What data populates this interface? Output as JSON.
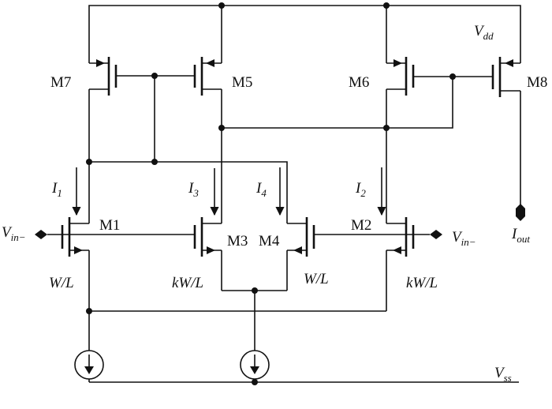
{
  "labels": {
    "m1": "M1",
    "m2": "M2",
    "m3": "M3",
    "m4": "M4",
    "m5": "M5",
    "m6": "M6",
    "m7": "M7",
    "m8": "M8",
    "vdd_main": "V",
    "vdd_sub": "dd",
    "vss_main": "V",
    "vss_sub": "ss",
    "vin_left_main": "V",
    "vin_left_sub": "in−",
    "vin_right_main": "V",
    "vin_right_sub": "in−",
    "iout_main": "I",
    "iout_sub": "out",
    "i1_main": "I",
    "i1_sub": "1",
    "i2_main": "I",
    "i2_sub": "2",
    "i3_main": "I",
    "i3_sub": "3",
    "i4_main": "I",
    "i4_sub": "4",
    "wl_left": "W/L",
    "kwl_m3": "kW/L",
    "wl_m4": "W/L",
    "kwl_right": "kW/L"
  }
}
